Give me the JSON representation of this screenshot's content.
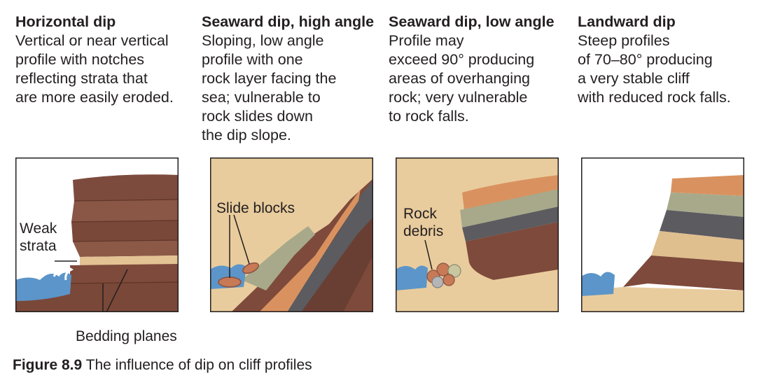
{
  "columns": [
    {
      "heading": "Horizontal dip",
      "body": "Vertical or near vertical\nprofile with notches\nreflecting strata that\nare more easily eroded."
    },
    {
      "heading": "Seaward dip, high angle",
      "body": "Sloping, low angle\nprofile with one\nrock layer facing the\nsea; vulnerable to\nrock slides down\nthe dip slope."
    },
    {
      "heading": "Seaward dip, low angle",
      "body": "Profile may\nexceed 90° producing\nareas of overhanging\nrock; very vulnerable\nto rock falls."
    },
    {
      "heading": "Landward dip",
      "body": "Steep profiles\nof 70–80° producing\na very stable cliff\nwith reduced rock falls."
    }
  ],
  "labels": {
    "weak_strata": "Weak\nstrata",
    "bedding_planes": "Bedding planes",
    "slide_blocks": "Slide blocks",
    "rock_debris": "Rock\ndebris"
  },
  "caption": {
    "figure_number": "Figure 8.9",
    "text": " The influence of dip on cliff profiles"
  },
  "colors": {
    "brown_dark": "#7a4a3c",
    "brown_mid": "#935c49",
    "sand": "#e8c99a",
    "grey_dark": "#5a5a5e",
    "olive": "#a9a98a",
    "orange": "#d99369",
    "sea": "#5b95c9"
  }
}
